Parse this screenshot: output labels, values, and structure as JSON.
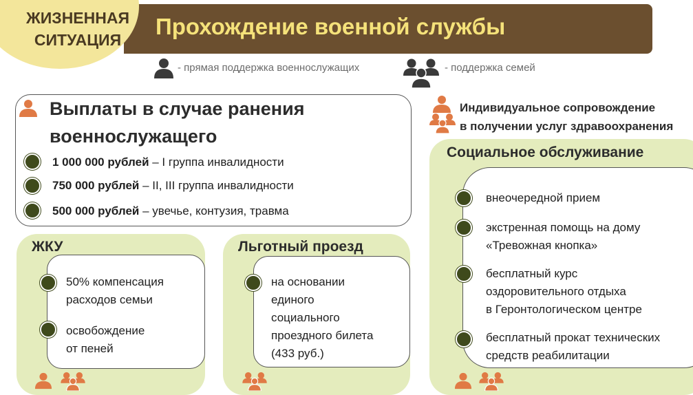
{
  "header": {
    "situation_line1": "ЖИЗНЕННАЯ",
    "situation_line2": "СИТУАЦИЯ",
    "title": "Прохождение военной службы"
  },
  "legend": {
    "direct": "- прямая поддержка военнослужащих",
    "family": "- поддержка семей"
  },
  "payments": {
    "title_line1": "Выплаты в случае ранения",
    "title_line2": "военнослужащего",
    "items": [
      {
        "amount": "1 000 000 рублей",
        "desc": " – I группа инвалидности"
      },
      {
        "amount": "750 000 рублей",
        "desc": " – II, III группа инвалидности"
      },
      {
        "amount": "500 000 рублей",
        "desc": " – увечье, контузия, травма"
      }
    ]
  },
  "healthcare": {
    "line1": "Индивидуальное сопровождение",
    "line2": "в получении услуг здравоохранения"
  },
  "social": {
    "title": "Социальное обслуживание",
    "items": [
      {
        "lines": [
          "внеочередной прием"
        ]
      },
      {
        "lines": [
          "экстренная помощь на дому",
          "«Тревожная кнопка»"
        ]
      },
      {
        "lines": [
          "бесплатный курс",
          "оздоровительного отдыха",
          "в Геронтологическом центре"
        ]
      },
      {
        "lines": [
          "бесплатный прокат технических",
          "средств реабилитации"
        ]
      }
    ]
  },
  "zhku": {
    "title": "ЖКУ",
    "items": [
      {
        "lines": [
          "50% компенсация",
          "расходов семьи"
        ]
      },
      {
        "lines": [
          "освобождение",
          "от пеней"
        ]
      }
    ]
  },
  "travel": {
    "title": "Льготный проезд",
    "lines": [
      "на основании",
      "единого",
      "социального",
      "проездного билета",
      "(433 руб.)"
    ]
  },
  "colors": {
    "header_bg": "#6b4f2f",
    "title": "#f5e27a",
    "situation_bg": "#f3e69b",
    "panel_green": "#e4ecbd",
    "bullet": "#3f4a1c",
    "icon_dark": "#3a3a3a",
    "icon_orange": "#e07a45"
  }
}
